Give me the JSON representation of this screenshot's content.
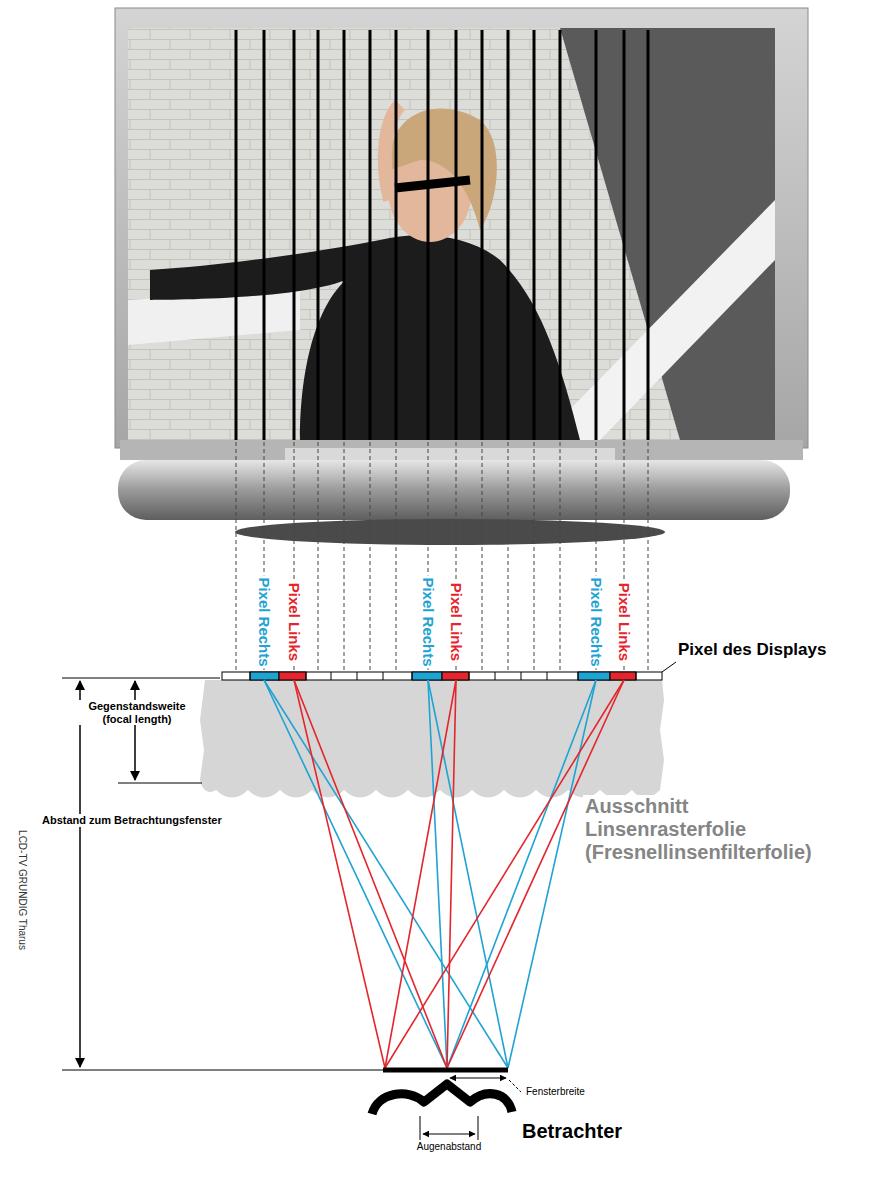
{
  "diagram": {
    "labels": [
      "Pixel Rechts",
      "Pixel Links",
      "Pixel Rechts",
      "Pixel Links",
      "Pixel Rechts",
      "Pixel Links",
      "Pixel des Displays",
      "Gegenstandsweite (focal length)",
      "Abstand zum Betrachtungsfenster",
      "Ausschnitt Linsenrasterfolie (Fresnellinsenfilterfolie)",
      "LCD-TV GRUNDIG Tharus",
      "Fensterbreite",
      "Augenabstand",
      "Betrachter"
    ]
  }
}
